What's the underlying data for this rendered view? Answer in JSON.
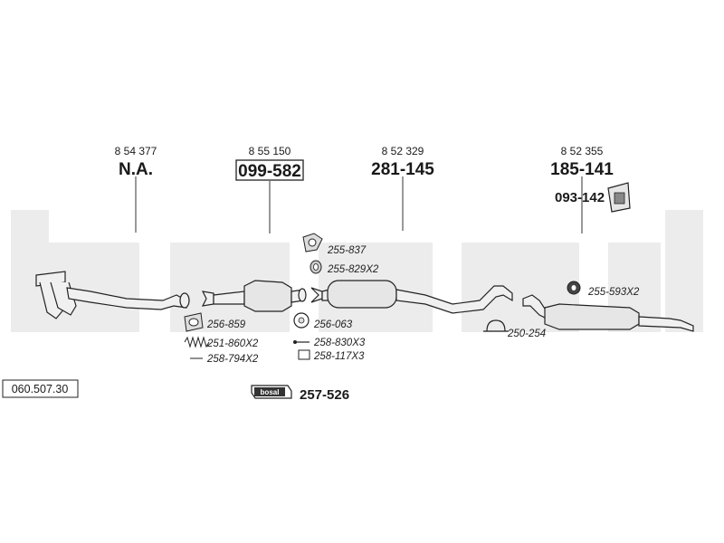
{
  "watermark": "bosal",
  "reference": "060.507.30",
  "kit": {
    "part_number": "257-526",
    "brand": "bosal"
  },
  "main_parts": [
    {
      "oe_number": "8 54 377",
      "part_number": "N.A.",
      "boxed": false
    },
    {
      "oe_number": "8 55 150",
      "part_number": "099-582",
      "boxed": true
    },
    {
      "oe_number": "8 52 329",
      "part_number": "281-145",
      "boxed": false
    },
    {
      "oe_number": "8 52 355",
      "part_number": "185-141",
      "boxed": false
    }
  ],
  "mount_part": "093-142",
  "accessories": [
    "255-837",
    "255-829X2",
    "256-859",
    "256-063",
    "251-860X2",
    "258-830X3",
    "258-794X2",
    "258-117X3",
    "250-254",
    "255-593X2"
  ],
  "colors": {
    "watermark": "#ececec",
    "line": "#222222",
    "part_fill": "#e6e6e6"
  }
}
